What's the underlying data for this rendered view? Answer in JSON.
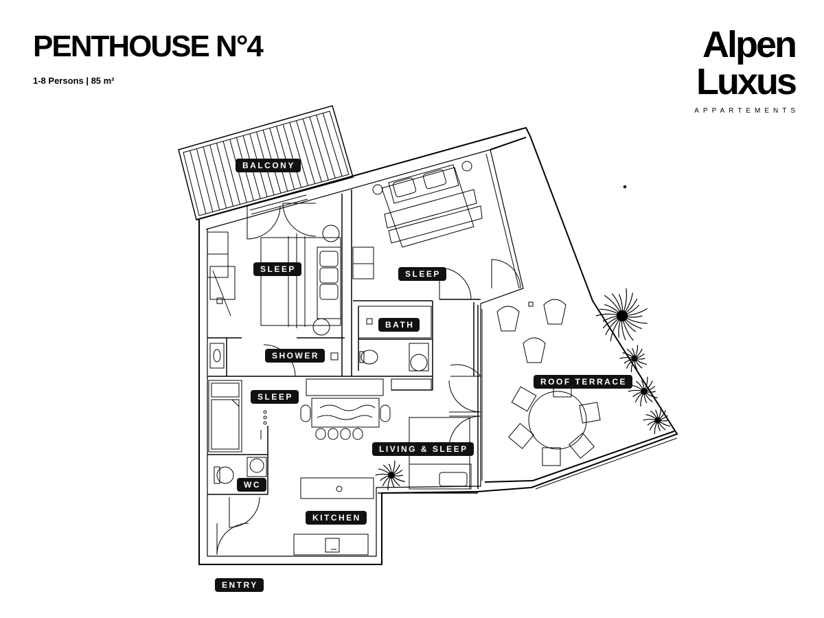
{
  "header": {
    "title": "PENTHOUSE N°4",
    "subtitle": "1-8 Persons | 85 m²"
  },
  "brand": {
    "line1": "Alpen",
    "line2": "Luxus",
    "tagline": "APPARTEMENTS"
  },
  "rooms": {
    "balcony": "BALCONY",
    "sleep_1": "SLEEP",
    "sleep_2": "SLEEP",
    "bath": "BATH",
    "shower": "SHOWER",
    "sleep_3": "SLEEP",
    "living_sleep": "LIVING & SLEEP",
    "roof_terrace": "ROOF TERRACE",
    "wc": "WC",
    "kitchen": "KITCHEN",
    "entry": "ENTRY"
  },
  "colors": {
    "ink": "#000000",
    "label_bg": "#111111",
    "label_text": "#ffffff",
    "background": "#ffffff"
  }
}
